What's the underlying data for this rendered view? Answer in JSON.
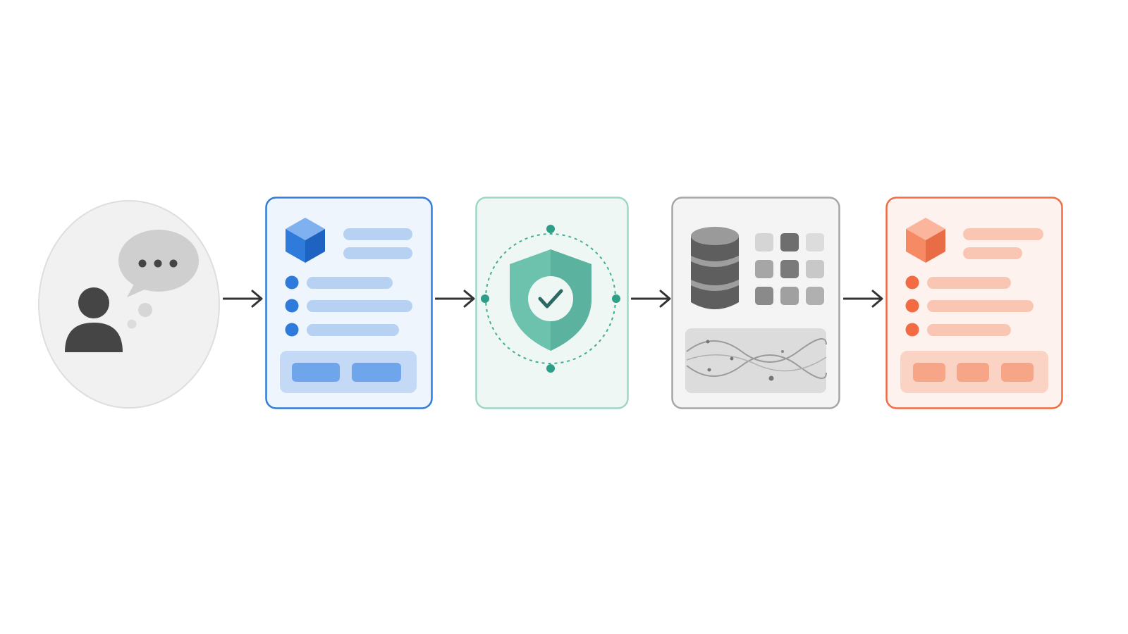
{
  "diagram": {
    "stages": [
      {
        "id": "user-request",
        "icon": "user-speech-bubble-icon",
        "color": "#5a5a5a"
      },
      {
        "id": "structured-form",
        "icon": "cube-icon",
        "color": "#2f7bdc"
      },
      {
        "id": "security-validation",
        "icon": "shield-check-icon",
        "color": "#3fae96"
      },
      {
        "id": "data-processing",
        "icon": "database-icon",
        "color": "#8c8c8c"
      },
      {
        "id": "output-form",
        "icon": "cube-icon",
        "color": "#f26b43"
      }
    ],
    "connectors": [
      "arrow-right-icon",
      "arrow-right-icon",
      "arrow-right-icon",
      "arrow-right-icon"
    ]
  }
}
